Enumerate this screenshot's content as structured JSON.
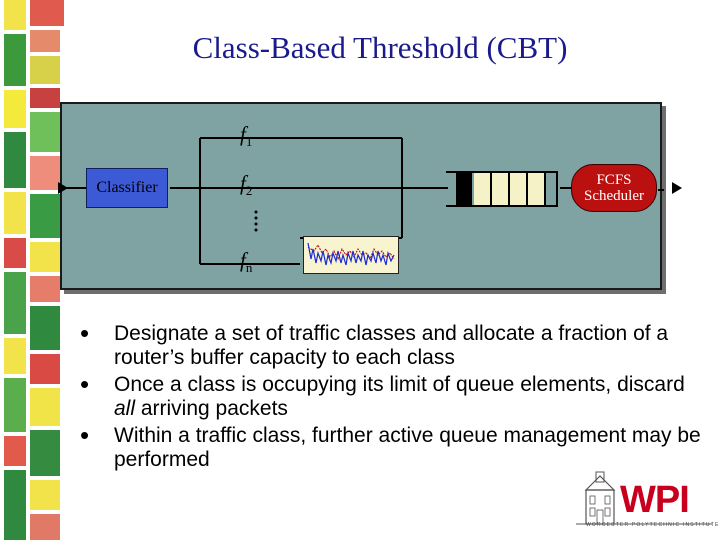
{
  "slide": {
    "title": "Class-Based Threshold (CBT)"
  },
  "diagram": {
    "classifier_label": "Classifier",
    "scheduler_line1": "FCFS",
    "scheduler_line2": "Scheduler",
    "flow_labels": [
      {
        "base": "f",
        "sub": "1"
      },
      {
        "base": "f",
        "sub": "2"
      },
      {
        "base": "f",
        "sub": "n"
      }
    ]
  },
  "bullets": [
    {
      "text": "Designate a set of traffic classes and allocate a fraction of a router’s buffer capacity to each class"
    },
    {
      "before": "Once a class is occupying its limit of queue elements, discard ",
      "emph": "all",
      "after": " arriving packets"
    },
    {
      "text": "Within a traffic class, further active queue management may be performed"
    }
  ],
  "logo": {
    "text": "WPI",
    "subtitle": "WORCESTER POLYTECHNIC INSTITUTE"
  },
  "colors": {
    "title": "#1a1a8c",
    "diagram_bg": "#7fa3a2",
    "classifier": "#3d5ad6",
    "scheduler": "#ba1010",
    "logo": "#c8001e"
  }
}
